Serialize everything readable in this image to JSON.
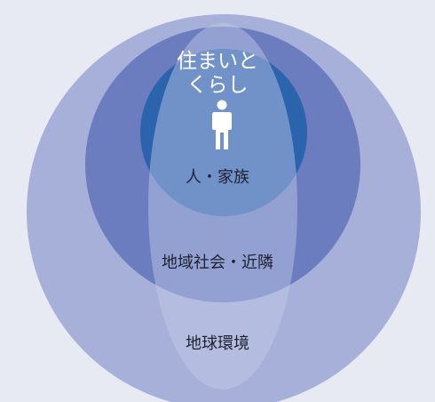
{
  "diagram": {
    "title_lines": [
      "住まいと",
      "くらし"
    ],
    "labels": {
      "family": "人・家族",
      "community": "地域社会・近隣",
      "earth": "地球環境"
    },
    "icons": {
      "center": "person-icon"
    },
    "colors": {
      "background": "#e7e9f3",
      "outer_circle": "#a6b0d8",
      "middle_circle": "#6b7cbf",
      "inner_circle": "#2c63ad",
      "ellipse": "#c6cde8",
      "text": "#1e2230",
      "title": "#ffffff"
    }
  }
}
